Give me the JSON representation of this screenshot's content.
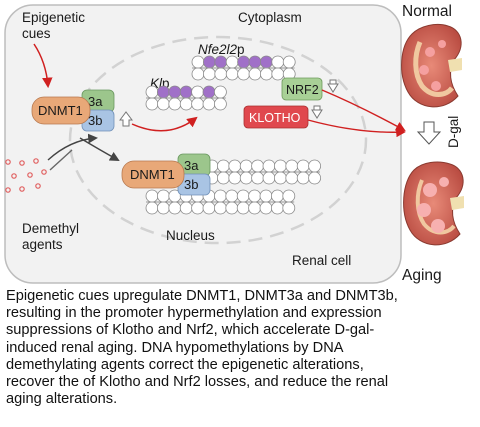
{
  "diagram": {
    "labels": {
      "epigenetic_cues": [
        "Epigenetic",
        "cues"
      ],
      "cytoplasm": "Cytoplasm",
      "nucleus": "Nucleus",
      "renal_cell": "Renal cell",
      "demethyl_agents": [
        "Demethyl",
        "agents"
      ],
      "normal": "Normal",
      "aging": "Aging",
      "dgal": "D-gal",
      "nfe2l2_gene": "Nfe2l2",
      "nfe2l2_suffix": "p",
      "klotho_gene": "Kl",
      "klotho_suffix": "p"
    },
    "proteins": {
      "dnmt1": "DNMT1",
      "dnmt3a": "3a",
      "dnmt3b": "3b",
      "nrf2": "NRF2",
      "klotho": "KLOTHO"
    },
    "colors": {
      "dnmt1": "#e8a878",
      "dnmt3a": "#9cc68c",
      "dnmt3b": "#a9c4e4",
      "nrf2": "#a8d096",
      "klotho": "#e0484e",
      "methyl": "#a070c8",
      "arrow": "#d02020",
      "cell": "#f2f2f2"
    }
  },
  "caption": [
    "Epigenetic cues upregulate DNMT1, DNMT3a and DNMT3b,",
    "resulting in the promoter hypermethylation and expression",
    "suppressions of Klotho and Nrf2, which accelerate D-gal-",
    "induced renal aging. DNA hypomethylations by DNA",
    "demethylating agents correct the epigenetic alterations,",
    "recover the of Klotho and Nrf2 losses, and reduce the renal",
    "aging alterations."
  ]
}
